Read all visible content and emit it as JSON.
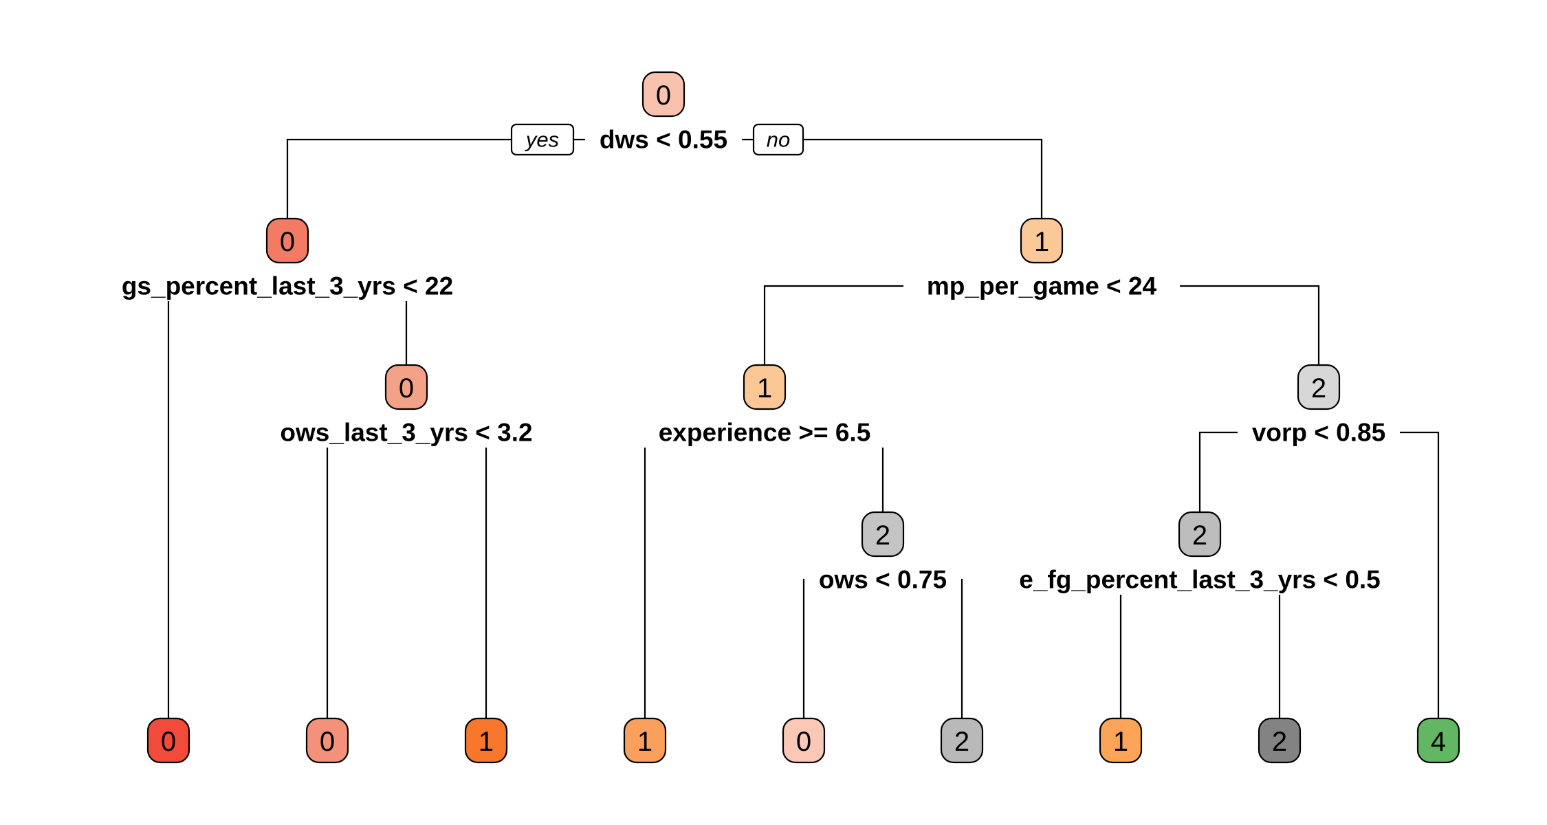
{
  "tree": {
    "branch_labels": {
      "yes": "yes",
      "no": "no"
    },
    "nodes": [
      {
        "id": "n1",
        "label": "0",
        "fill": "#f9c2ae",
        "split": "dws < 0.55"
      },
      {
        "id": "n2",
        "label": "0",
        "fill": "#f37b64",
        "split": "gs_percent_last_3_yrs < 22"
      },
      {
        "id": "n3",
        "label": "1",
        "fill": "#fbc897",
        "split": "mp_per_game < 24"
      },
      {
        "id": "n4",
        "label": "0",
        "fill": "#f4a287",
        "split": "ows_last_3_yrs < 3.2"
      },
      {
        "id": "n5",
        "label": "1",
        "fill": "#fbc895",
        "split": "experience >= 6.5"
      },
      {
        "id": "n6",
        "label": "2",
        "fill": "#d7d7d7",
        "split": "vorp < 0.85"
      },
      {
        "id": "n7",
        "label": "2",
        "fill": "#c4c4c4",
        "split": "ows < 0.75"
      },
      {
        "id": "n8",
        "label": "2",
        "fill": "#bdbdbd",
        "split": "e_fg_percent_last_3_yrs < 0.5"
      },
      {
        "id": "l1",
        "label": "0",
        "fill": "#f24b3b"
      },
      {
        "id": "l2",
        "label": "0",
        "fill": "#f3917a"
      },
      {
        "id": "l3",
        "label": "1",
        "fill": "#f7772c"
      },
      {
        "id": "l4",
        "label": "1",
        "fill": "#fb9f5d"
      },
      {
        "id": "l5",
        "label": "0",
        "fill": "#fac8b4"
      },
      {
        "id": "l6",
        "label": "2",
        "fill": "#b9b9b9"
      },
      {
        "id": "l7",
        "label": "1",
        "fill": "#fca457"
      },
      {
        "id": "l8",
        "label": "2",
        "fill": "#838383"
      },
      {
        "id": "l9",
        "label": "4",
        "fill": "#62b862"
      }
    ]
  }
}
